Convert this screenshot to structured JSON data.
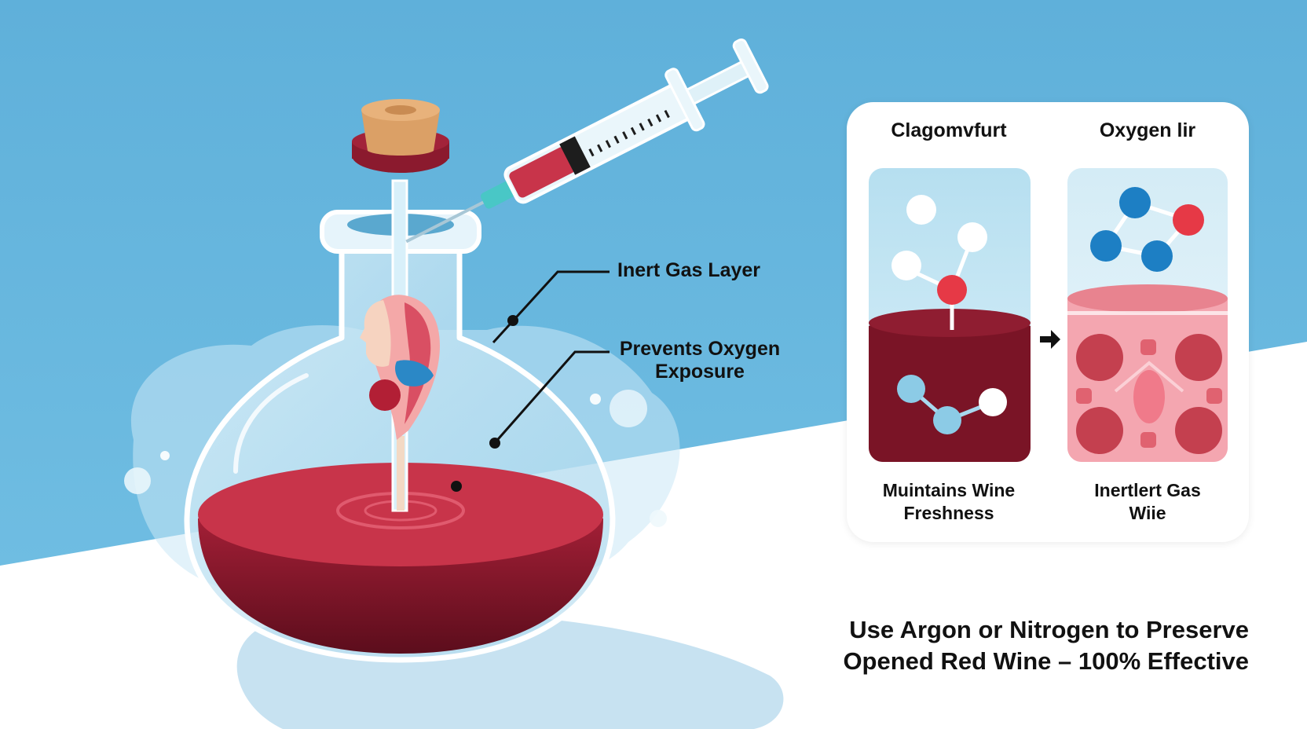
{
  "callouts": {
    "inert_gas_layer": "Inert Gas Layer",
    "prevents_line1": "Prevents Oxygen",
    "prevents_line2": "Exposure"
  },
  "comparison": {
    "left_panel": {
      "title": "Clagomvfurt",
      "caption_line1": "Muintains Wine",
      "caption_line2": "Freshness"
    },
    "right_panel": {
      "title": "Oxygen lir",
      "caption_line1": "Inertlert Gas",
      "caption_line2": "Wiie"
    }
  },
  "headline": {
    "line1": "Use Argon or Nitrogen to Preserve",
    "line2": "Opened Red Wine – 100% Effective"
  },
  "colors": {
    "sky_blue": "#66b4dc",
    "wine_red": "#8b1a2e",
    "wine_light": "#c8344a",
    "atom_red": "#e63946",
    "atom_blue": "#1d7fc4",
    "atom_light_blue": "#8ccbe6",
    "cork": "#d99a60"
  }
}
